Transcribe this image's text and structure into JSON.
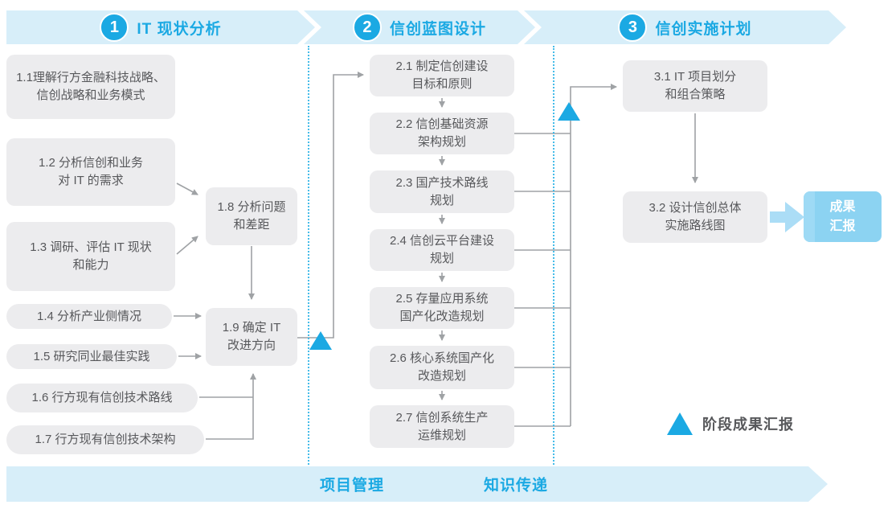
{
  "accent_color": "#1BA9E3",
  "banner_bg_color": "#D7EEF9",
  "box_bg_color": "#ECECEE",
  "phases": [
    {
      "number": "1",
      "title": "IT 现状分析"
    },
    {
      "number": "2",
      "title": "信创蓝图设计"
    },
    {
      "number": "3",
      "title": "信创实施计划"
    }
  ],
  "phase1": {
    "b11": {
      "line1": "1.1理解行方金融科技战略、",
      "line2": "信创战略和业务模式"
    },
    "b12": {
      "line1": "1.2 分析信创和业务",
      "line2": "对 IT 的需求"
    },
    "b13": {
      "line1": "1.3 调研、评估 IT 现状",
      "line2": "和能力"
    },
    "b14": {
      "line1": "1.4 分析产业侧情况"
    },
    "b15": {
      "line1": "1.5 研究同业最佳实践"
    },
    "b16": {
      "line1": "1.6 行方现有信创技术路线"
    },
    "b17": {
      "line1": "1.7 行方现有信创技术架构"
    },
    "b18": {
      "line1": "1.8 分析问题",
      "line2": "和差距"
    },
    "b19": {
      "line1": "1.9 确定 IT",
      "line2": "改进方向"
    }
  },
  "phase2": {
    "b21": {
      "line1": "2.1 制定信创建设",
      "line2": "目标和原则"
    },
    "b22": {
      "line1": "2.2 信创基础资源",
      "line2": "架构规划"
    },
    "b23": {
      "line1": "2.3 国产技术路线",
      "line2": "规划"
    },
    "b24": {
      "line1": "2.4 信创云平台建设",
      "line2": "规划"
    },
    "b25": {
      "line1": "2.5 存量应用系统",
      "line2": "国产化改造规划"
    },
    "b26": {
      "line1": "2.6 核心系统国产化",
      "line2": "改造规划"
    },
    "b27": {
      "line1": "2.7 信创系统生产",
      "line2": "运维规划"
    }
  },
  "phase3": {
    "b31": {
      "line1": "3.1 IT 项目划分",
      "line2": "和组合策略"
    },
    "b32": {
      "line1": "3.2 设计信创总体",
      "line2": "实施路线图"
    },
    "result": {
      "line1": "成果",
      "line2": "汇报"
    }
  },
  "legend": {
    "label": "阶段成果汇报"
  },
  "footer": {
    "left": "项目管理",
    "right": "知识传递"
  }
}
